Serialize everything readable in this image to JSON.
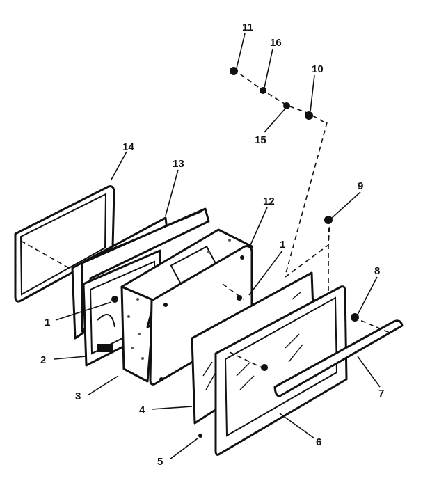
{
  "callouts": [
    {
      "id": "c11",
      "text": "11"
    },
    {
      "id": "c16",
      "text": "16"
    },
    {
      "id": "c10",
      "text": "10"
    },
    {
      "id": "c15",
      "text": "15"
    },
    {
      "id": "c14",
      "text": "14"
    },
    {
      "id": "c13",
      "text": "13"
    },
    {
      "id": "c12",
      "text": "12"
    },
    {
      "id": "c1a",
      "text": "1"
    },
    {
      "id": "c1b",
      "text": "1"
    },
    {
      "id": "c9",
      "text": "9"
    },
    {
      "id": "c8",
      "text": "8"
    },
    {
      "id": "c2",
      "text": "2"
    },
    {
      "id": "c3",
      "text": "3"
    },
    {
      "id": "c4",
      "text": "4"
    },
    {
      "id": "c7",
      "text": "7"
    },
    {
      "id": "c5",
      "text": "5"
    },
    {
      "id": "c6",
      "text": "6"
    }
  ]
}
